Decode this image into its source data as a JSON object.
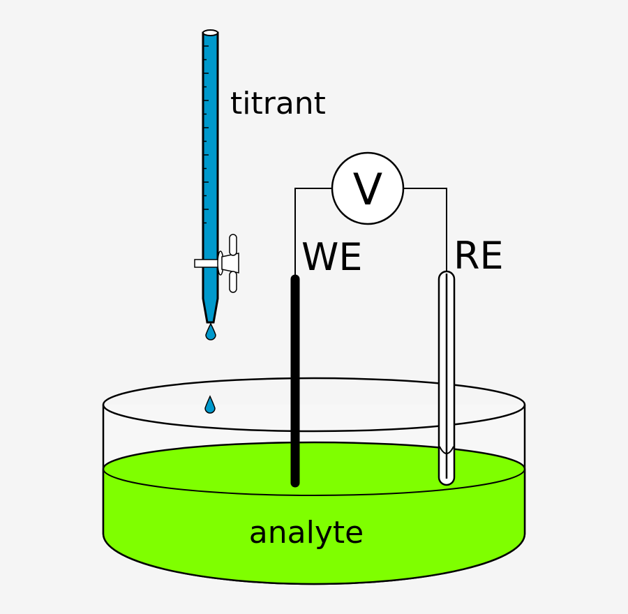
{
  "labels": {
    "titrant": "titrant",
    "voltmeter": "V",
    "working_electrode": "WE",
    "reference_electrode": "RE",
    "analyte": "analyte"
  },
  "colors": {
    "background": "#f5f5f5",
    "titrant": "#0099cc",
    "analyte": "#7fff00",
    "electrode": "#000000"
  }
}
